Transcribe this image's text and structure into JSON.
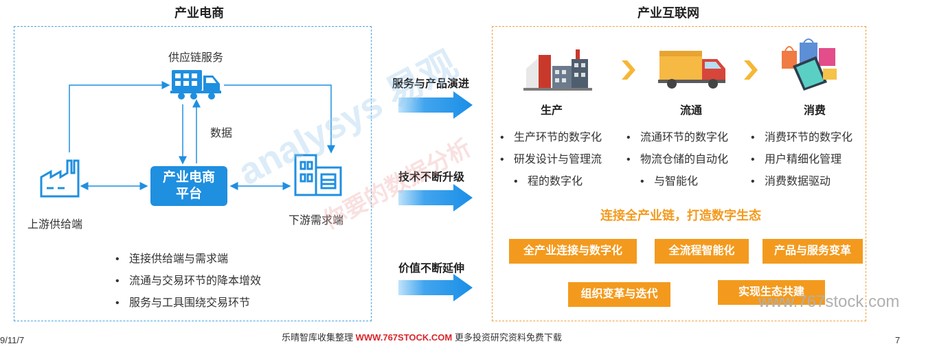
{
  "left": {
    "title": "产业电商",
    "supply_chain_label": "供应链服务",
    "data_label": "数据",
    "platform_label_1": "产业电商",
    "platform_label_2": "平台",
    "upstream_label": "上游供给端",
    "downstream_label": "下游需求端",
    "bullets": [
      "连接供给端与需求端",
      "流通与交易环节的降本增效",
      "服务与工具围绕交易环节"
    ]
  },
  "middle": {
    "evolutions": [
      "服务与产品演进",
      "技术不断升级",
      "价值不断延伸"
    ]
  },
  "right": {
    "title": "产业互联网",
    "stages": [
      {
        "name": "生产",
        "bullets": [
          "生产环节的数字化",
          "研发设计与管理流",
          "程的数字化"
        ]
      },
      {
        "name": "流通",
        "bullets": [
          "流通环节的数字化",
          "物流仓储的自动化",
          "与智能化"
        ]
      },
      {
        "name": "消费",
        "bullets": [
          "消费环节的数字化",
          "用户精细化管理",
          "消费数据驱动"
        ]
      }
    ],
    "slogan": "连接全产业链，打造数字生态",
    "tags": [
      "全产业连接与数字化",
      "全流程智能化",
      "产品与服务变革",
      "组织变革与迭代",
      "实现生态共建"
    ]
  },
  "footer": {
    "date": "9/11/7",
    "source_prefix": "乐晴智库收集整理",
    "source_url": "WWW.767STOCK.COM",
    "source_suffix": "更多投资研究资料免费下载",
    "page_number": "7",
    "corner_watermark": "www.767stock.com"
  },
  "watermark": {
    "brand": "analysys 易观",
    "tagline": "你要的数据分析"
  },
  "colors": {
    "blue": "#1f8fe0",
    "orange": "#f39a1e",
    "left_border": "#4aa3df",
    "right_border": "#f0a040"
  }
}
